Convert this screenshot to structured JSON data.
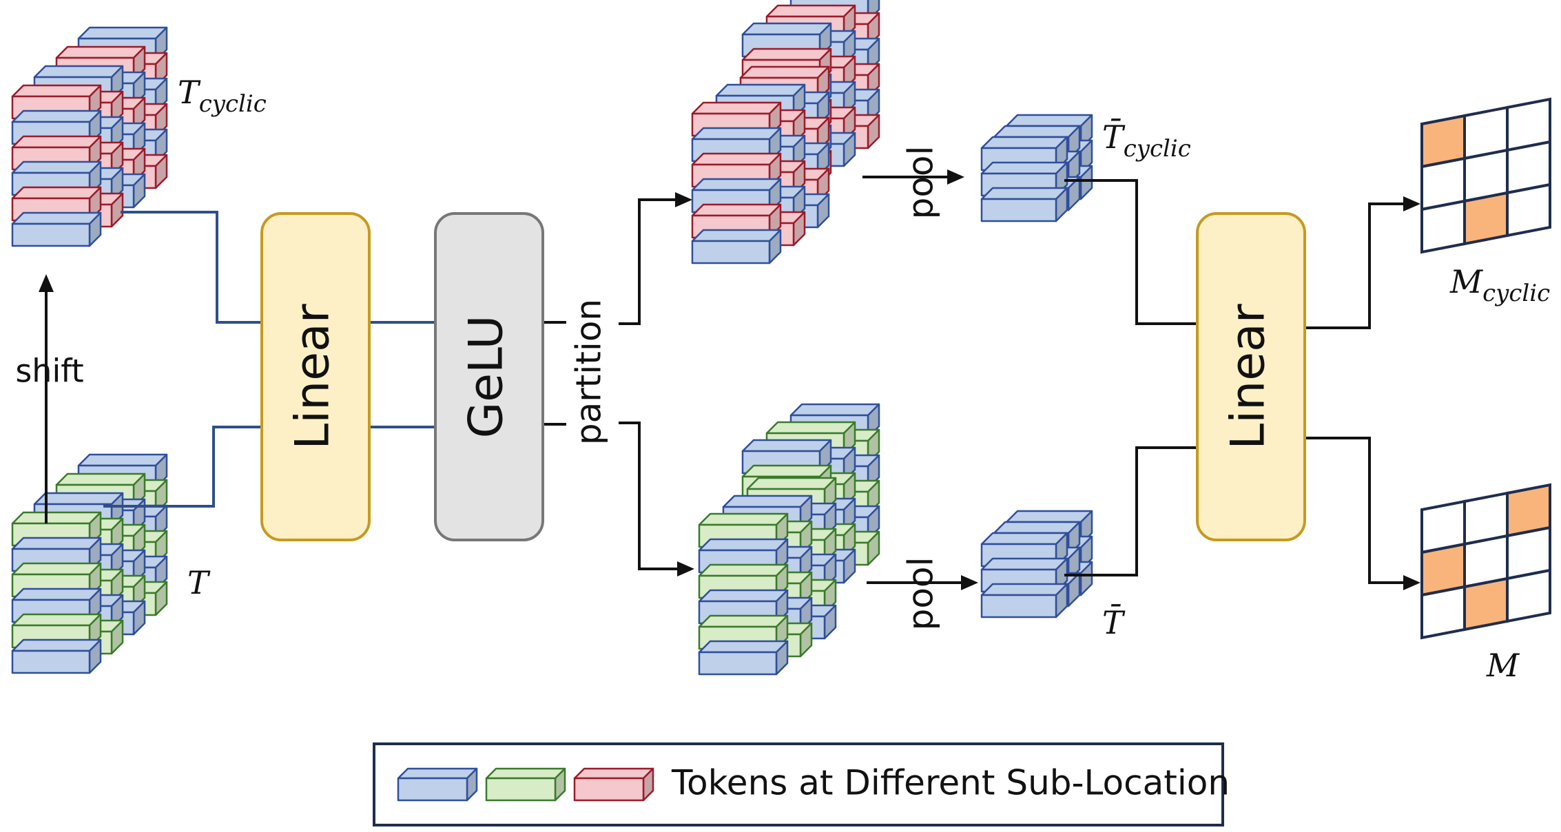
{
  "colors": {
    "blue_face": "#bfd0ea",
    "blue_edge": "#2f4f9a",
    "green_face": "#d8ecc8",
    "green_edge": "#3a7a2a",
    "red_face": "#f4c8cc",
    "red_edge": "#9a1b2a",
    "linear_fill": "#fdf0c7",
    "linear_stroke": "#c79a1e",
    "gelu_fill": "#e3e3e3",
    "gelu_stroke": "#777777",
    "connector": "#2f4f8a",
    "highlight_cell": "#f8b47a",
    "legend_border": "#1f2d4d"
  },
  "labels": {
    "t_cyclic_main": "T",
    "t_cyclic_sub": "cyclic",
    "t": "T",
    "shift": "shift",
    "linear_left": "Linear",
    "gelu": "GeLU",
    "partition": "partition",
    "pool_top": "pool",
    "pool_bottom": "pool",
    "tbar_cyclic_main": "T̄",
    "tbar_cyclic_sub": "cyclic",
    "tbar": "T̄",
    "linear_right": "Linear",
    "m_cyclic_main": "M",
    "m_cyclic_sub": "cyclic",
    "m": "M"
  },
  "legend": {
    "text": "Tokens at Different Sub-Location"
  },
  "matrices": {
    "m_cyclic_highlight": [
      [
        1,
        0,
        0
      ],
      [
        0,
        0,
        0
      ],
      [
        0,
        1,
        0
      ]
    ],
    "m_highlight": [
      [
        0,
        0,
        1
      ],
      [
        1,
        0,
        0
      ],
      [
        0,
        1,
        0
      ]
    ]
  }
}
